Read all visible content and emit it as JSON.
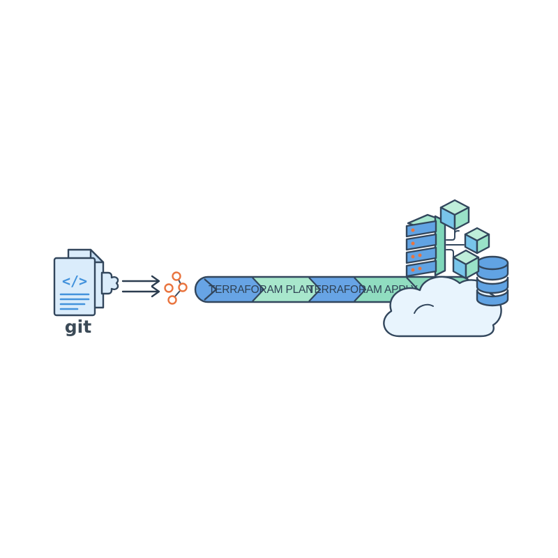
{
  "diagram": {
    "git_label": "git",
    "code_glyph": "</>",
    "pipeline": {
      "stages": [
        {
          "label": "TERRAFORAM PLAN"
        },
        {
          "label": "TERRAFORAM APPLY"
        }
      ]
    },
    "icons": [
      "git-files-icon",
      "puzzle-tab-icon",
      "flow-arrows-icon",
      "network-nodes-icon",
      "pipeline-bar",
      "server-rack-icon",
      "cube-icon",
      "database-icon",
      "cloud-icon",
      "circuit-traces-icon"
    ],
    "colors": {
      "background": "#ffffff",
      "outline_navy": "#32465c",
      "document_fill": "#daecfb",
      "document_fold": "#c3dcf2",
      "code_blue": "#4292dc",
      "arrow_navy": "#2b3c4f",
      "network_orange": "#e9743e",
      "bar_blue": "#67a4e5",
      "bar_green_light": "#a8e7cc",
      "bar_green_mid": "#90ddc0",
      "bar_green_dark": "#8ad9bb",
      "server_blue": "#61a3e3",
      "server_teal": "#7fd7b9",
      "cube_blue": "#78c5ea",
      "cube_top_green": "#bfeeda",
      "cube_side_green": "#99e2c8",
      "database_blue": "#61a3e3",
      "cloud_fill": "#e8f4fd",
      "label_navy": "#2e4154"
    }
  }
}
